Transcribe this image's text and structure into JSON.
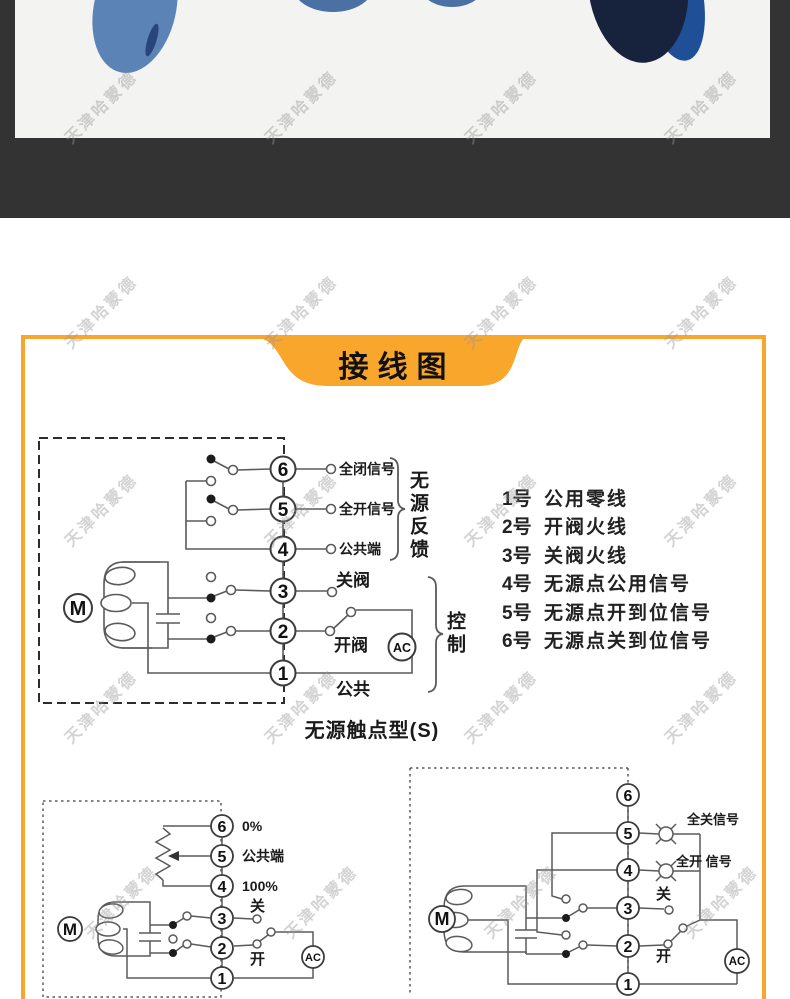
{
  "watermark": {
    "text": "天津哈蒙德"
  },
  "banner": {
    "title": "接线图"
  },
  "main_diagram": {
    "caption": "无源触点型(S)",
    "motor_label": "M",
    "ac_label": "AC",
    "terminals": [
      "6",
      "5",
      "4",
      "3",
      "2",
      "1"
    ],
    "labels": {
      "t6": "全闭信号",
      "t5": "全开信号",
      "t4": "公共端",
      "t3": "关阀",
      "t2": "开阀",
      "t1": "公共",
      "feedback_group": "无源反馈",
      "control_group": "控制"
    }
  },
  "terminal_legend": {
    "items": [
      {
        "num": "1号",
        "desc": "公用零线"
      },
      {
        "num": "2号",
        "desc": "开阀火线"
      },
      {
        "num": "3号",
        "desc": "关阀火线"
      },
      {
        "num": "4号",
        "desc": "无源点公用信号"
      },
      {
        "num": "5号",
        "desc": "无源点开到位信号"
      },
      {
        "num": "6号",
        "desc": "无源点关到位信号"
      }
    ]
  },
  "left_diagram": {
    "motor_label": "M",
    "ac_label": "AC",
    "terminals": [
      "6",
      "5",
      "4",
      "3",
      "2",
      "1"
    ],
    "labels": {
      "t6": "0%",
      "t5": "公共端",
      "t4": "100%",
      "t3": "关",
      "t2": "开"
    }
  },
  "right_diagram": {
    "motor_label": "M",
    "ac_label": "AC",
    "terminals": [
      "6",
      "5",
      "4",
      "3",
      "2",
      "1"
    ],
    "labels": {
      "t5": "全关信号",
      "t4": "全开 信号",
      "t3": "关",
      "t2": "开"
    }
  },
  "colors": {
    "accent_orange": "#F8A62C",
    "dark_band": "#333334",
    "photo_bg": "#f3f3f2",
    "wire_gray": "#5a5a5a",
    "flange_blue": "#5b83b6",
    "navy_blue": "#17233c"
  }
}
